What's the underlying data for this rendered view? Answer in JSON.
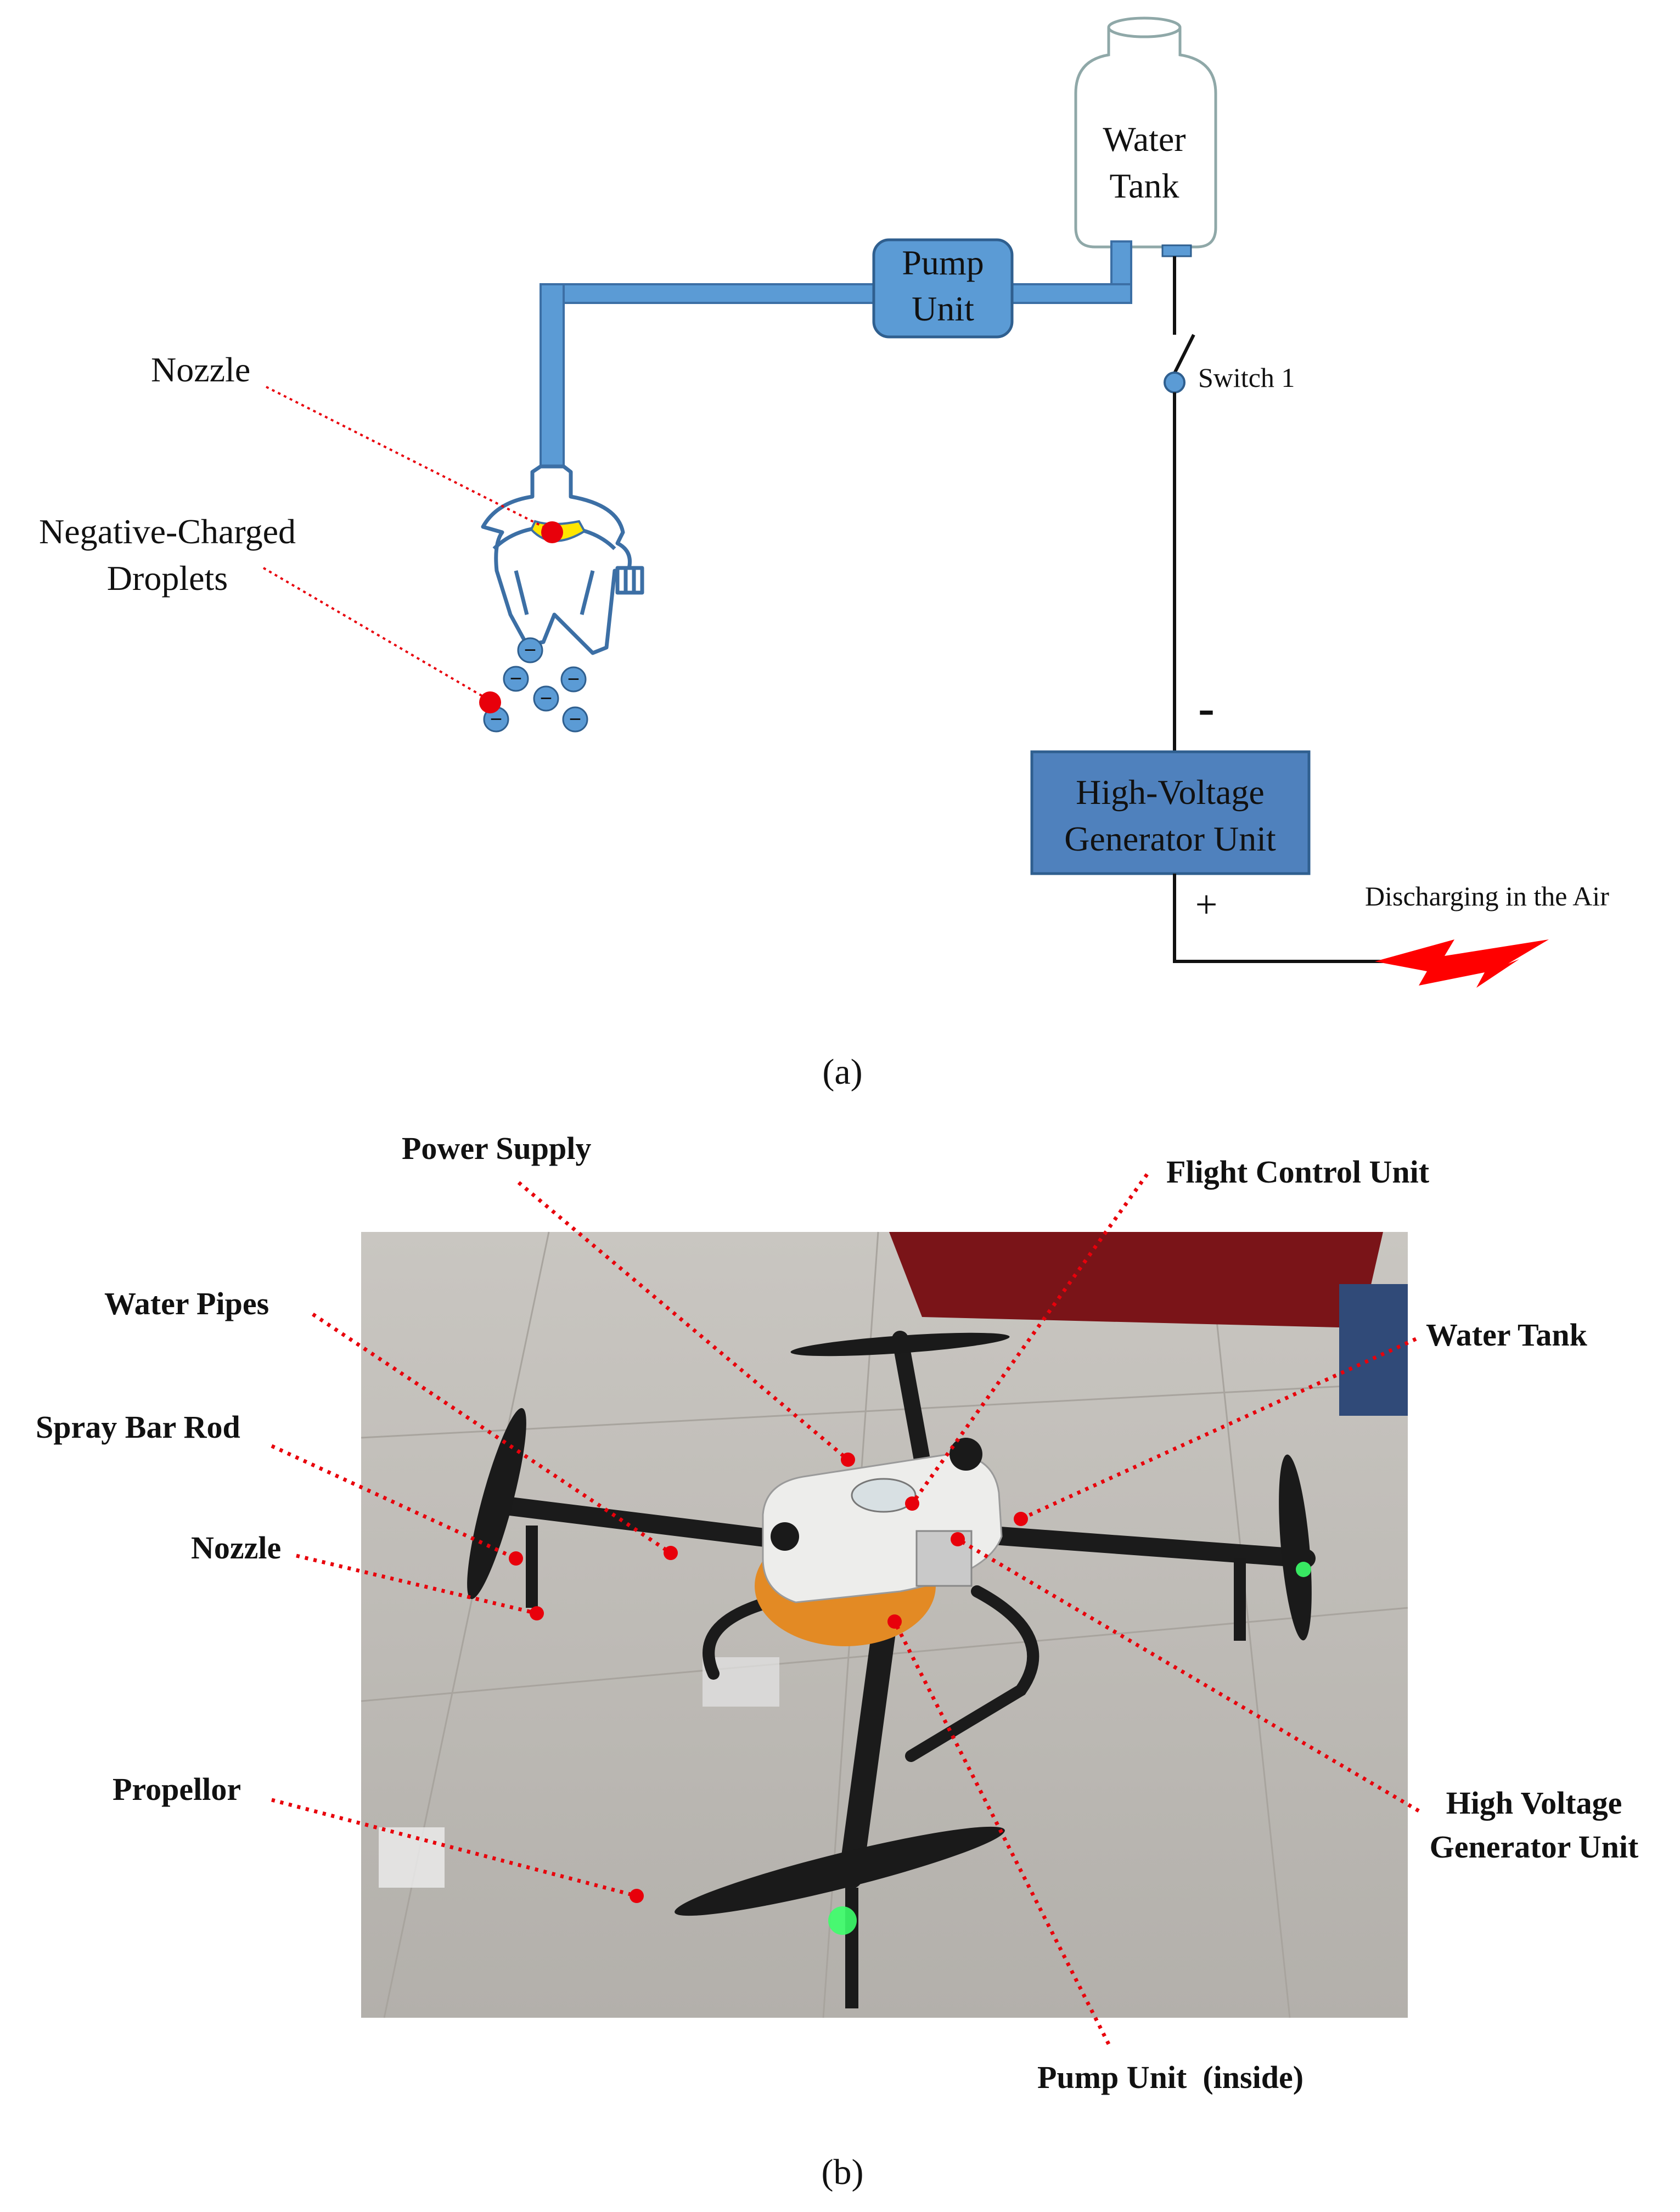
{
  "panel_a": {
    "caption": "(a)",
    "water_tank": {
      "line1": "Water",
      "line2": "Tank"
    },
    "pump_unit": {
      "line1": "Pump",
      "line2": "Unit"
    },
    "hv_generator": {
      "line1": "High-Voltage",
      "line2": "Generator Unit"
    },
    "switch_label": "Switch 1",
    "nozzle_label": "Nozzle",
    "droplets_label": {
      "line1": "Negative-Charged",
      "line2": "Droplets"
    },
    "minus_sign": "-",
    "plus_sign": "+",
    "discharge_label": "Discharging in the Air",
    "droplet_symbol": "−"
  },
  "panel_b": {
    "caption": "(b)",
    "labels": {
      "power_supply": "Power Supply",
      "flight_control_unit": "Flight Control Unit",
      "water_pipes": "Water Pipes",
      "water_tank": "Water Tank",
      "spray_bar_rod": "Spray Bar Rod",
      "nozzle": "Nozzle",
      "propellor": "Propellor",
      "hv_generator_line1": "High Voltage",
      "hv_generator_line2": "Generator Unit",
      "pump_unit_inside": "Pump Unit  (inside)"
    }
  },
  "colors": {
    "pipe_blue": "#5b9bd5",
    "box_blue": "#4f81bd",
    "marker_red": "#e8000b",
    "nozzle_yellow": "#ffe600",
    "tank_outline": "#8fa8a8",
    "floor_gray": "#b9b6b0"
  }
}
